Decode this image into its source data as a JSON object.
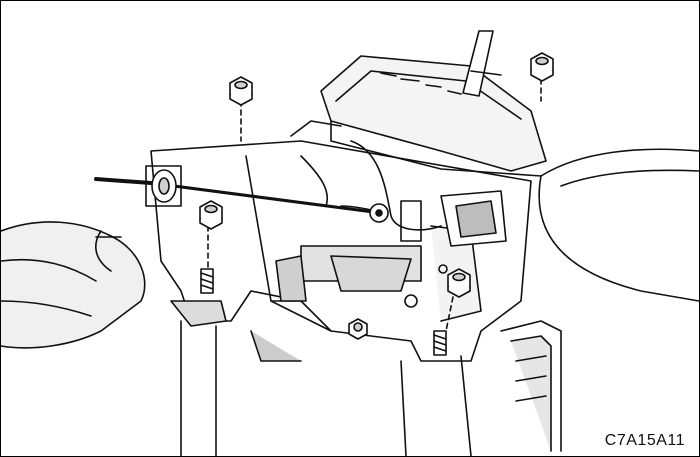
{
  "figure": {
    "code": "C7A15A11"
  },
  "colors": {
    "line": "#111111",
    "shade": "#d0d0d0",
    "dark_shade": "#9a9a9a",
    "background": "#ffffff"
  },
  "parts": [
    "nut-icon",
    "stud-icon",
    "shift-cable",
    "shifter-housing",
    "shift-lever",
    "mounting-bracket"
  ]
}
